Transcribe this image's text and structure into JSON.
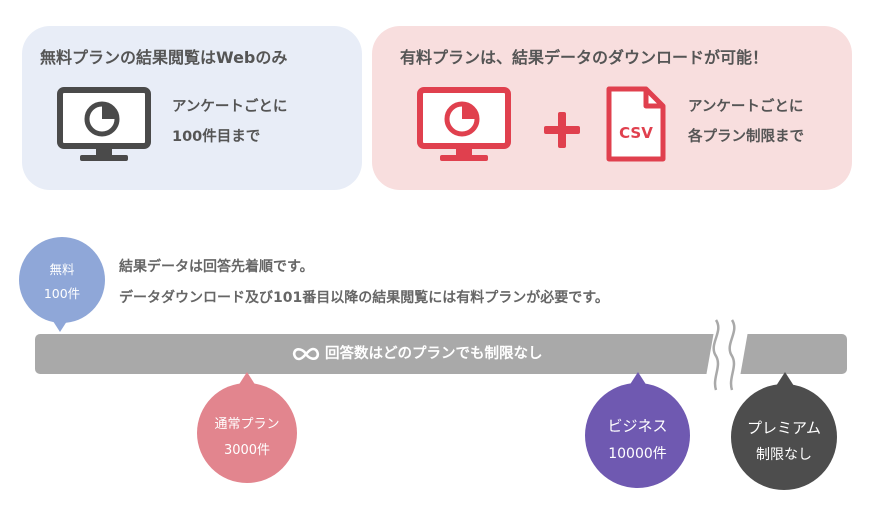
{
  "free_card": {
    "title": "無料プランの結果閲覧はWebのみ",
    "line1": "アンケートごとに",
    "line2": "100件目まで",
    "icon": "monitor-pie-chart-icon"
  },
  "paid_card": {
    "title": "有料プランは、結果データのダウンロードが可能！",
    "plus": "＋",
    "csv_label": "CSV",
    "line1": "アンケートごとに",
    "line2": "各プラン制限まで",
    "icons": [
      "monitor-pie-chart-icon",
      "plus-icon",
      "csv-file-icon"
    ]
  },
  "notes": {
    "line1": "結果データは回答先着順です。",
    "line2": "データダウンロード及び101番目以降の結果閲覧には有料プランが必要です。"
  },
  "bar": {
    "label": "回答数はどのプランでも制限なし",
    "icon": "infinity-icon"
  },
  "plans": {
    "free": {
      "name": "無料",
      "limit": "100件",
      "color": "#8fa7d8"
    },
    "standard": {
      "name": "通常プラン",
      "limit": "3000件",
      "color": "#e2858e"
    },
    "business": {
      "name": "ビジネス",
      "limit": "10000件",
      "color": "#6f59b1"
    },
    "premium": {
      "name": "プレミアム",
      "limit": "制限なし",
      "color": "#4d4d4d"
    }
  },
  "colors": {
    "free_card_bg": "#e8edf7",
    "paid_card_bg": "#f8dede",
    "paid_accent": "#e0404e",
    "bar": "#a9a9a9"
  }
}
